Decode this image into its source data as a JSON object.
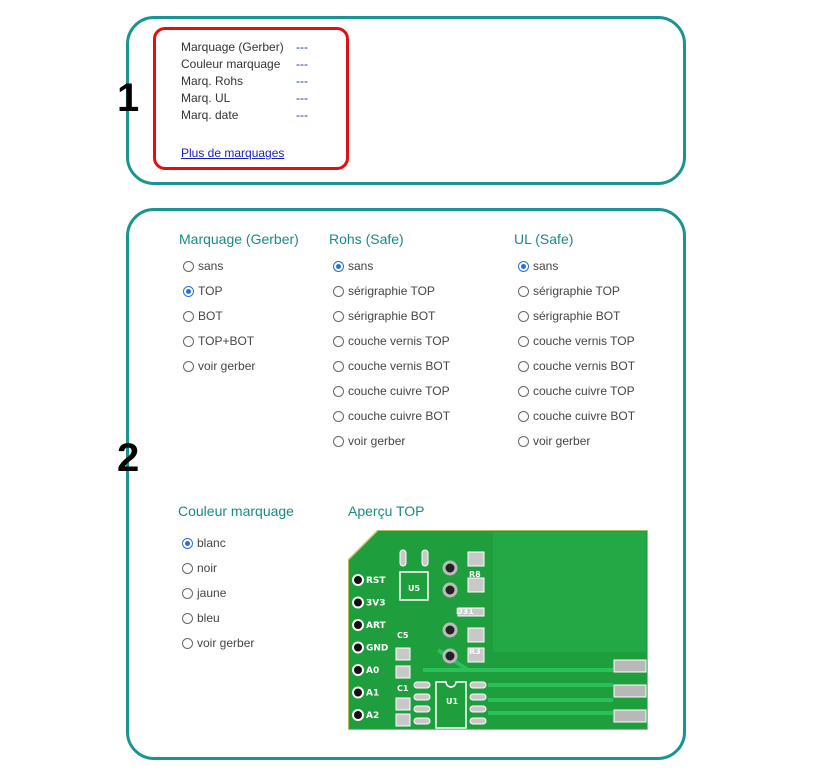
{
  "summary": {
    "step": "1",
    "rows": [
      {
        "label": "Marquage (Gerber)",
        "value": "---"
      },
      {
        "label": "Couleur marquage",
        "value": "---"
      },
      {
        "label": "Marq. Rohs",
        "value": "---"
      },
      {
        "label": "Marq. UL",
        "value": "---"
      },
      {
        "label": "Marq. date",
        "value": "---"
      }
    ],
    "more_link": "Plus de marquages"
  },
  "options": {
    "step": "2",
    "gerber": {
      "title": "Marquage (Gerber)",
      "items": [
        "sans",
        "TOP",
        "BOT",
        "TOP+BOT",
        "voir gerber"
      ],
      "selected": "TOP"
    },
    "rohs": {
      "title": "Rohs (Safe)",
      "items": [
        "sans",
        "sérigraphie TOP",
        "sérigraphie BOT",
        "couche vernis TOP",
        "couche vernis BOT",
        "couche cuivre TOP",
        "couche cuivre BOT",
        "voir gerber"
      ],
      "selected": "sans"
    },
    "ul": {
      "title": "UL (Safe)",
      "items": [
        "sans",
        "sérigraphie TOP",
        "sérigraphie BOT",
        "couche vernis TOP",
        "couche vernis BOT",
        "couche cuivre TOP",
        "couche cuivre BOT",
        "voir gerber"
      ],
      "selected": "sans"
    },
    "couleur": {
      "title": "Couleur marquage",
      "items": [
        "blanc",
        "noir",
        "jaune",
        "bleu",
        "voir gerber"
      ],
      "selected": "blanc"
    },
    "preview": {
      "title": "Aperçu TOP",
      "pin_labels": [
        "RST",
        "3V3",
        "ART",
        "GND",
        "A0",
        "A1",
        "A2"
      ],
      "component_labels": [
        "U5",
        "R8",
        "D31",
        "R3",
        "C5",
        "C1",
        "U1"
      ]
    }
  },
  "colors": {
    "accent": "#1a9490",
    "title": "#1a8a86",
    "highlight_border": "#e01010",
    "pcb_green": "#1e9e3c",
    "pcb_dark": "#178530"
  }
}
